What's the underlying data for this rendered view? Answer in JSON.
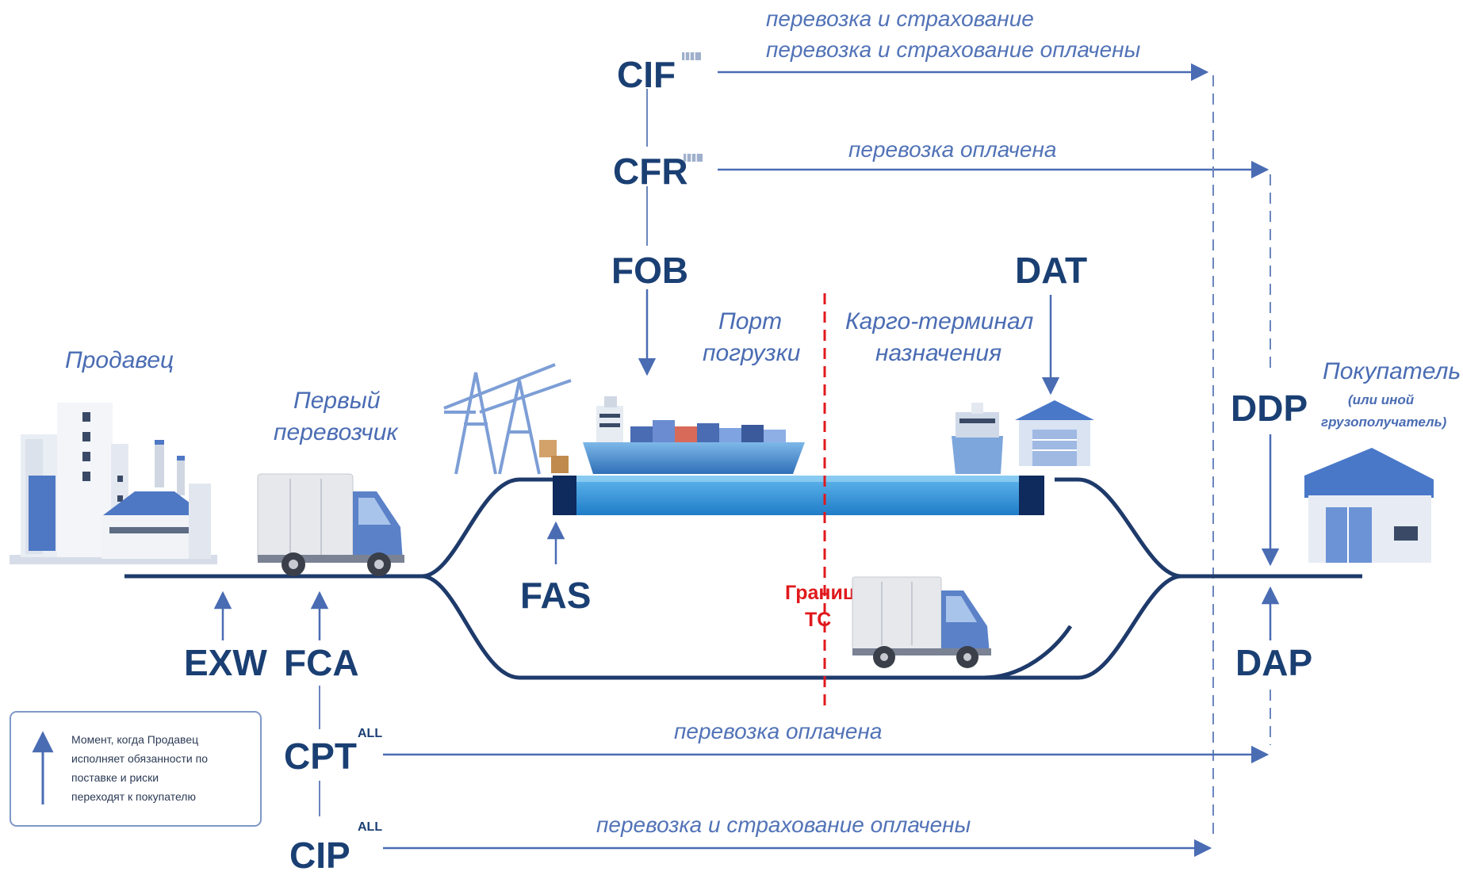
{
  "terms": {
    "cif": "CIF",
    "cfr": "CFR",
    "fob": "FOB",
    "dat": "DAT",
    "ddp": "DDP",
    "dap": "DAP",
    "exw": "EXW",
    "fca": "FCA",
    "fas": "FAS",
    "cpt": "CPT",
    "cip": "CIP",
    "cpt_sup": "ALL",
    "cip_sup": "ALL"
  },
  "notes": {
    "cif_line1": "перевозка и страхование",
    "cif_line2": "перевозка и страхование оплачены",
    "cfr": "перевозка оплачена",
    "cpt": "перевозка оплачена",
    "cip": "перевозка и страхование оплачены"
  },
  "labels": {
    "seller": "Продавец",
    "carrier_line1": "Первый",
    "carrier_line2": "перевозчик",
    "port_line1": "Порт",
    "port_line2": "погрузки",
    "terminal_line1": "Карго-терминал",
    "terminal_line2": "назначения",
    "buyer": "Покупатель",
    "buyer_sub1": "(или иной",
    "buyer_sub2": "грузополучатель)",
    "border_line1": "Граница",
    "border_line2": "ТС"
  },
  "legend": {
    "line1": "Момент, когда Продавец",
    "line2": "исполняет обязанности по",
    "line3": "поставке и риски",
    "line4": "переходят к покупателю"
  },
  "colors": {
    "term": "#1a3f73",
    "accent": "#4a6cb3",
    "border_red": "#e0191d",
    "route": "#1e3a6b",
    "water": "#2a8fd6"
  },
  "icons": [
    "factory-icon",
    "truck-icon",
    "crane-icon",
    "ship-icon",
    "warehouse-icon"
  ]
}
